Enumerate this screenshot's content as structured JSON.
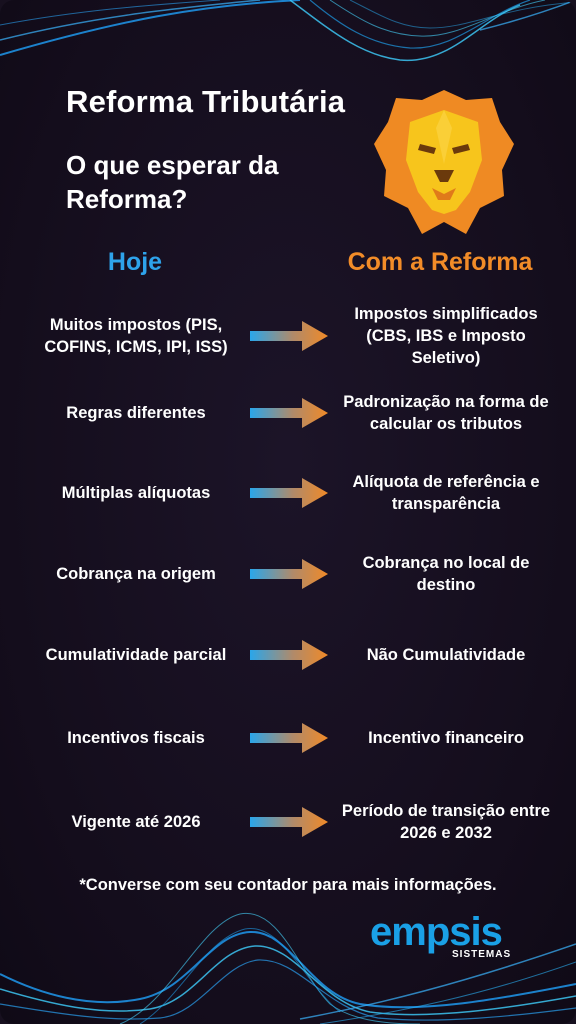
{
  "header": {
    "title": "Reforma Tributária",
    "subtitle": "O que esperar da Reforma?"
  },
  "columns": {
    "today": "Hoje",
    "future": "Com a Reforma"
  },
  "rows": [
    {
      "today": "Muitos impostos (PIS, COFINS, ICMS, IPI, ISS)",
      "future": "Impostos simplificados (CBS, IBS e Imposto Seletivo)"
    },
    {
      "today": "Regras diferentes",
      "future": "Padronização na forma de calcular os tributos"
    },
    {
      "today": "Múltiplas alíquotas",
      "future": "Alíquota de referência e transparência"
    },
    {
      "today": "Cobrança na origem",
      "future": "Cobrança no local de destino"
    },
    {
      "today": "Cumulatividade parcial",
      "future": "Não Cumulatividade"
    },
    {
      "today": "Incentivos fiscais",
      "future": "Incentivo financeiro"
    },
    {
      "today": "Vigente até 2026",
      "future": "Período de transição entre 2026 e 2032"
    }
  ],
  "footnote": "*Converse com seu contador para mais informações.",
  "logo": {
    "word": "empsis",
    "sub": "SISTEMAS"
  },
  "colors": {
    "today": "#2ea3ea",
    "future": "#f28c28",
    "lion_outer": "#ef8a23",
    "lion_inner": "#f7c51c",
    "logo": "#1aa0e6"
  },
  "icons": {
    "mascot": "lion-head-icon",
    "arrow": "gradient-arrow-icon"
  }
}
